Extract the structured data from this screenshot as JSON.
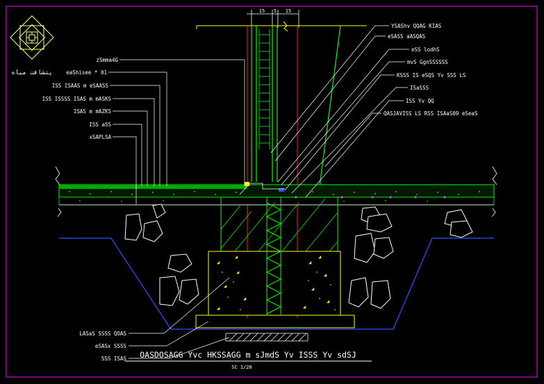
{
  "drawing": {
    "title": "OASDOSAGG Yvc HKSSAGG m sJmdS Yv ISSS Yv sdSJ",
    "scale": "SC 1/20",
    "logo_caption": "پتشاقت میاه",
    "dimensions": [
      "15",
      "5",
      "15"
    ],
    "left_labels": [
      "zSmma4G",
      "eaShisee * 01",
      "ISS ISAAS m eSAASS",
      "ISS ISSSS ISAS m mASKS",
      "ISAS m mAZKS",
      "ISS aSS",
      "xSAPLSA"
    ],
    "right_labels": [
      "YSAShv QQAG KIAS",
      "eSASS aASQAS",
      "eSS lodhS",
      "mvS GgnSSSSSS",
      "KSSS IS eSQS Yv SSS LS",
      "ISaSSS",
      "ISS Yv QQ",
      "QASJAVISS LS RSS ISAaS09 eSeaS"
    ],
    "bottom_labels": [
      "LASaS SSSS QOAS",
      "eSASx SSSS",
      "SSS ISAS"
    ],
    "colors": {
      "background": "#000000",
      "frame": "#ff00ff",
      "leader": "#ffffff",
      "text": "#ffffff",
      "label_text": "#ffffff",
      "structure": "#00ff00",
      "concrete": "#ffff00",
      "axis": "#ff2020",
      "logo": "#ffff80"
    }
  }
}
